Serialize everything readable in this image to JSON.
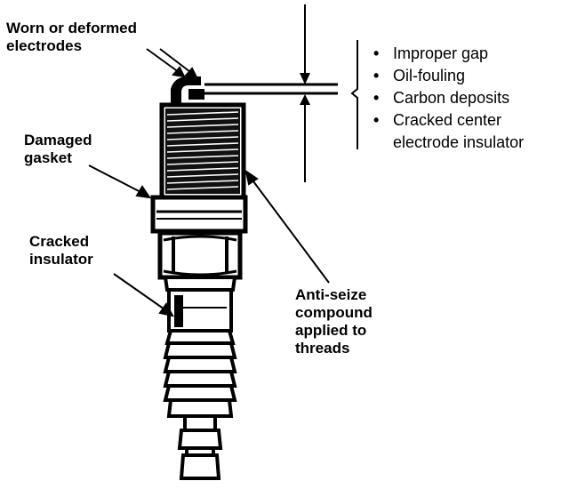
{
  "callouts": {
    "electrodes": [
      "Worn or deformed",
      "electrodes"
    ],
    "gasket": [
      "Damaged",
      "gasket"
    ],
    "insulator": [
      "Cracked",
      "insulator"
    ],
    "antiseize": [
      "Anti-seize",
      "compound",
      "applied to",
      "threads"
    ]
  },
  "gap_issues": {
    "bullet": "•",
    "items": [
      "Improper gap",
      "Oil-fouling",
      "Carbon deposits",
      "Cracked center"
    ],
    "last_continuation": "electrode insulator"
  }
}
